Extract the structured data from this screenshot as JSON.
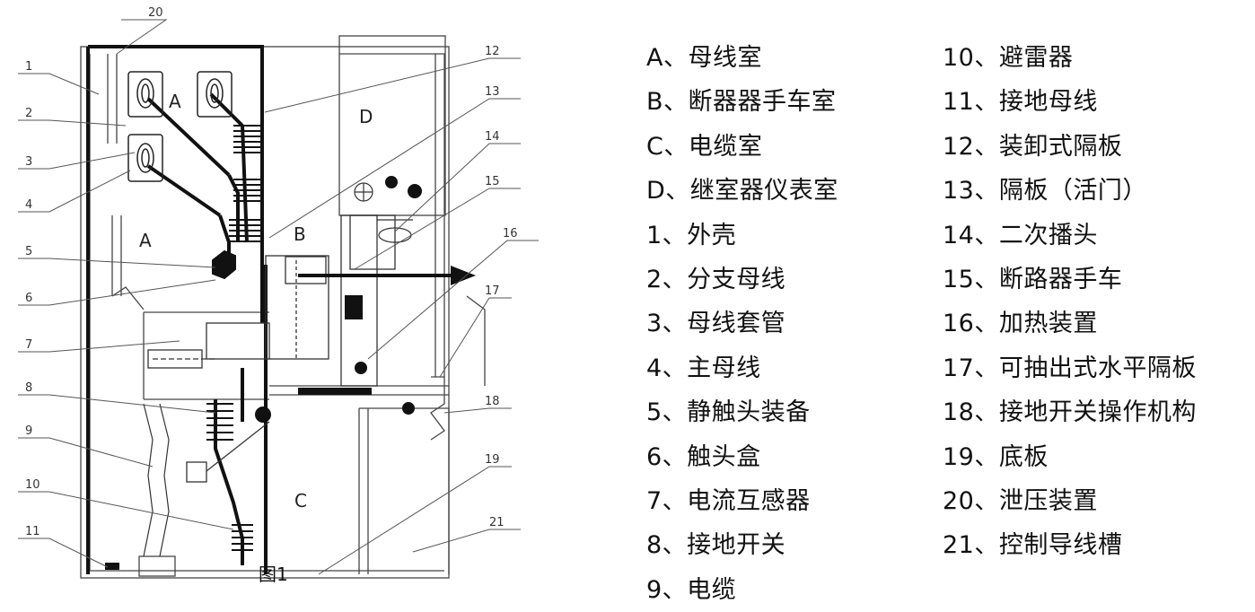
{
  "diagram": {
    "caption": "图1",
    "room_labels": [
      {
        "key": "A",
        "text": "A"
      },
      {
        "key": "A2",
        "text": "A"
      },
      {
        "key": "B",
        "text": "B"
      },
      {
        "key": "C",
        "text": "C"
      },
      {
        "key": "D",
        "text": "D"
      }
    ],
    "callout_numbers": [
      "1",
      "2",
      "3",
      "4",
      "5",
      "6",
      "7",
      "8",
      "9",
      "10",
      "11",
      "12",
      "13",
      "14",
      "15",
      "16",
      "17",
      "18",
      "19",
      "20",
      "21"
    ]
  },
  "legend": {
    "left": [
      "A、母线室",
      "B、断器器手车室",
      "C、电缆室",
      "D、继室器仪表室",
      "1、外壳",
      "2、分支母线",
      "3、母线套管",
      "4、主母线",
      "5、静触头装备",
      "6、触头盒",
      "7、电流互感器",
      "8、接地开关",
      "9、电缆"
    ],
    "right": [
      "10、避雷器",
      "11、接地母线",
      "12、装卸式隔板",
      "13、隔板（活门）",
      "14、二次播头",
      "15、断路器手车",
      "16、加热装置",
      "17、可抽出式水平隔板",
      "18、接地开关操作机构",
      "19、底板",
      "20、泄压装置",
      "21、控制导线槽"
    ]
  },
  "colors": {
    "line": "#222222",
    "thin_line": "#555555",
    "background": "#ffffff"
  }
}
